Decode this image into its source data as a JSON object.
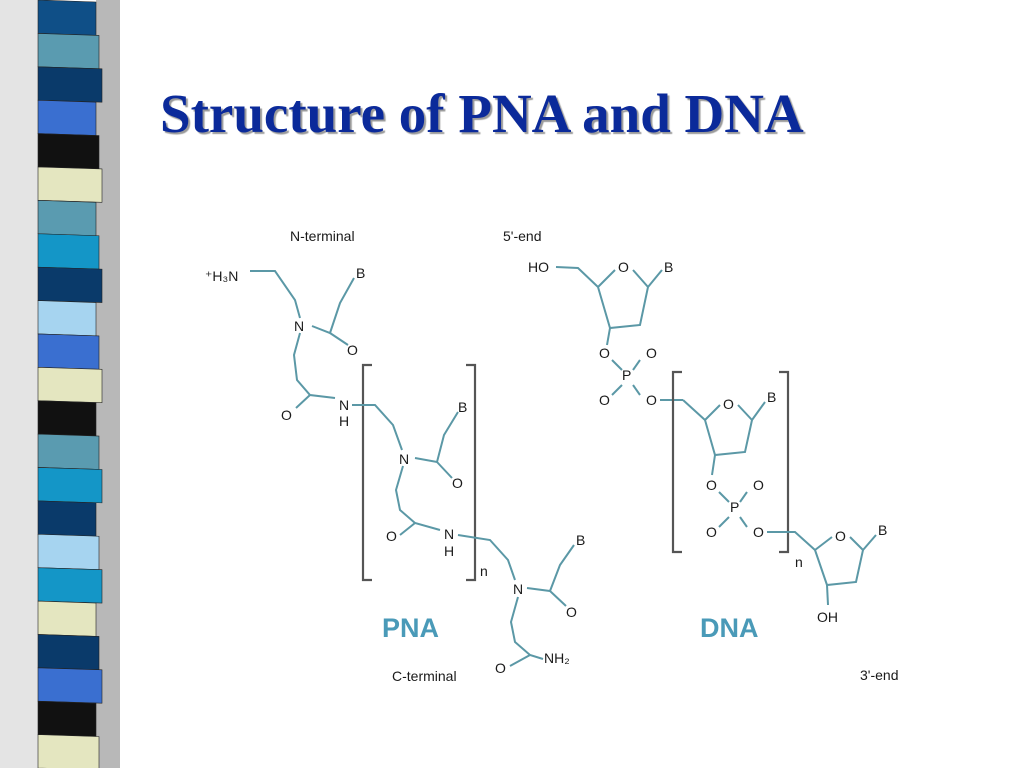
{
  "title": "Structure of PNA and DNA",
  "decor": {
    "stripe_colors": [
      "#0f4f87",
      "#5a9bb0",
      "#0a3a6a",
      "#3a6fd0",
      "#111111",
      "#e4e6c0",
      "#5a9bb0",
      "#1496c7",
      "#0a3a6a",
      "#a6d4f0",
      "#3a6fd0",
      "#e4e6c0",
      "#111111",
      "#5a9bb0",
      "#1496c7",
      "#0a3a6a",
      "#a6d4f0",
      "#1496c7",
      "#e4e6c0",
      "#0a3a6a",
      "#3a6fd0",
      "#111111",
      "#e4e6c0"
    ]
  },
  "diagram": {
    "pna": {
      "name": "PNA",
      "n_terminal": "N-terminal",
      "c_terminal": "C-terminal",
      "h3n": "⁺H₃N",
      "base": "B",
      "nitrogen": "N",
      "oxygen": "O",
      "hydrogen": "H",
      "nh2": "NH₂",
      "repeat": "n"
    },
    "dna": {
      "name": "DNA",
      "five_end": "5'-end",
      "three_end": "3'-end",
      "ho": "HO",
      "oh": "OH",
      "base": "B",
      "oxygen": "O",
      "phosphorus": "P",
      "repeat": "n"
    }
  }
}
